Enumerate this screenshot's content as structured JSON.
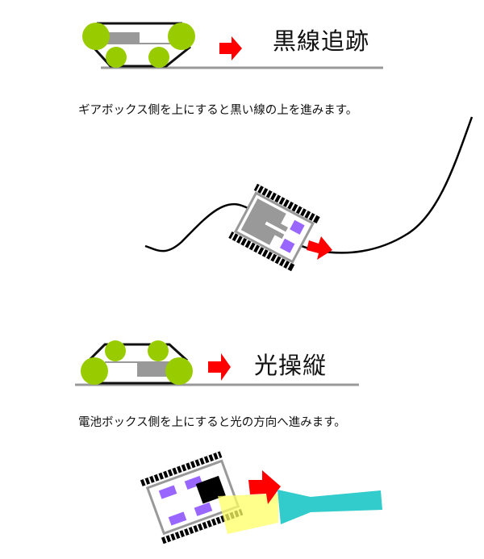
{
  "sections": [
    {
      "title": "黒線追跡",
      "description": "ギアボックス側を上にすると黒い線の上を進みます。"
    },
    {
      "title": "光操縦",
      "description": "電池ボックス側を上にすると光の方向へ進みます。"
    }
  ],
  "colors": {
    "wheel": "#99cc00",
    "arrow": "#ff0000",
    "gearbox": "#999999",
    "battery_pad": "#9966ff",
    "light_beam": "#33cccc",
    "light_glow": "#ffff66"
  }
}
